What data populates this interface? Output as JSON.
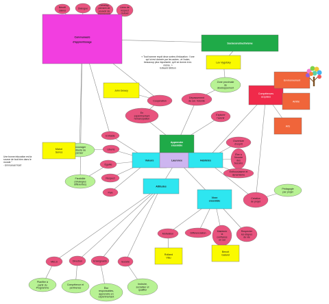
{
  "colors": {
    "pink": "#e8537e",
    "magenta": "#f23ee0",
    "green": "#b8f294",
    "yellow": "#fafa00",
    "cyan": "#2ee6f0",
    "red": "#f02a4a",
    "orange": "#f0653a",
    "lavender": "#cdb5f0",
    "dark_green": "#1faa48"
  },
  "tree_icon": "tree-of-heads-icon",
  "nodes": {
    "n1": [
      "Bénéfi",
      "ciaires"
    ],
    "n2": [
      "Dialogue"
    ],
    "n3": [
      "Dévelop",
      "pement de",
      "pouvoir de",
      "l'apprenant"
    ],
    "n4": [
      "Liens de",
      "respect",
      "mutuel"
    ],
    "communaute": [
      "Communauté",
      "d'apprentissage"
    ],
    "socio": [
      "Socioconstructivisme"
    ],
    "vygotsky": [
      "Lev Vygotsky"
    ],
    "zone": [
      "Zone proximale",
      "de",
      "développement"
    ],
    "dewey": [
      "John Dewey"
    ],
    "cooperation": [
      "Coopération"
    ],
    "depassement": [
      "Dépassement",
      "de soi. Volonté"
    ],
    "experimentant": [
      "En",
      "expérimentant",
      "l'émancipation"
    ],
    "explorer": [
      "Explorer",
      "l'avenir"
    ],
    "comp": [
      "Compétences",
      "acquises"
    ],
    "envi": [
      "Environnement"
    ],
    "amitie": [
      "Amitié"
    ],
    "ars": [
      "Arts"
    ],
    "entraide": [
      "Entraide"
    ],
    "liberte": [
      "Liberté"
    ],
    "egalite": [
      "Égalité"
    ],
    "respect": [
      "Respect"
    ],
    "paix": [
      "Paix"
    ],
    "encourager": [
      "Encourager",
      "la liberté de",
      "penser"
    ],
    "michel": [
      "Michel",
      "Serres"
    ],
    "flexibilite": [
      "Flexibilité",
      "(Stratégies",
      "différentes)"
    ],
    "apprendre": [
      "Apprendre",
      "ensemble"
    ],
    "valeurs": [
      "Valeurs"
    ],
    "laurence": [
      "Laurence"
    ],
    "habiletes": [
      "Habiletés"
    ],
    "ouverture": [
      "Ouverture",
      "d'esprit"
    ],
    "ecoute": [
      "Être à",
      "l'écoute",
      "des",
      "besoins"
    ],
    "enthousiasme": [
      "Enthousiasme et",
      "dynamisme"
    ],
    "creation": [
      "Création",
      "de projet"
    ],
    "pedagogie": [
      "Pédagogie",
      "par projet"
    ],
    "attitudes": [
      "Attitudes"
    ],
    "vivre": [
      "Vivre",
      "ensemble"
    ],
    "motivation": [
      "Motivation"
    ],
    "differenciation": [
      "Différenciation"
    ],
    "maintenir": [
      "Maintenir",
      "la",
      "confiance",
      "en soi"
    ],
    "respecter": [
      "Respecter",
      "les étapes",
      "de vie"
    ],
    "rolland": [
      "Rolland",
      "Viau"
    ],
    "benoit": [
      "Benoit",
      "Galand"
    ],
    "mels": [
      "MELS"
    ],
    "direction": [
      "Direction"
    ],
    "enseignants": [
      "Enseignants"
    ],
    "societe": [
      "Société"
    ],
    "planifier": [
      "Planifier à",
      "partir du",
      "Programme"
    ],
    "competence": [
      "Compétence et",
      "pertinence"
    ],
    "etre_resp": [
      "Être",
      "responsables,",
      "apprendre en",
      "expérimentant"
    ],
    "instruire": [
      "Instruire,",
      "socialiser et",
      "qualifier"
    ]
  },
  "quotes": {
    "gibbon": [
      "« Tout homme reçoit deux sortes d'éducation : l'une",
      "qui lui est donnée par les autres ; et l'autre,",
      "beaucoup plus importante, qu'il se donne à lui-",
      "même. »",
      "Edward Gibbon"
    ],
    "kant": [
      "Une bonne éducation est la",
      "source de tout bien dans le",
      "monde.\"",
      "- Emmanuel Kant"
    ]
  }
}
